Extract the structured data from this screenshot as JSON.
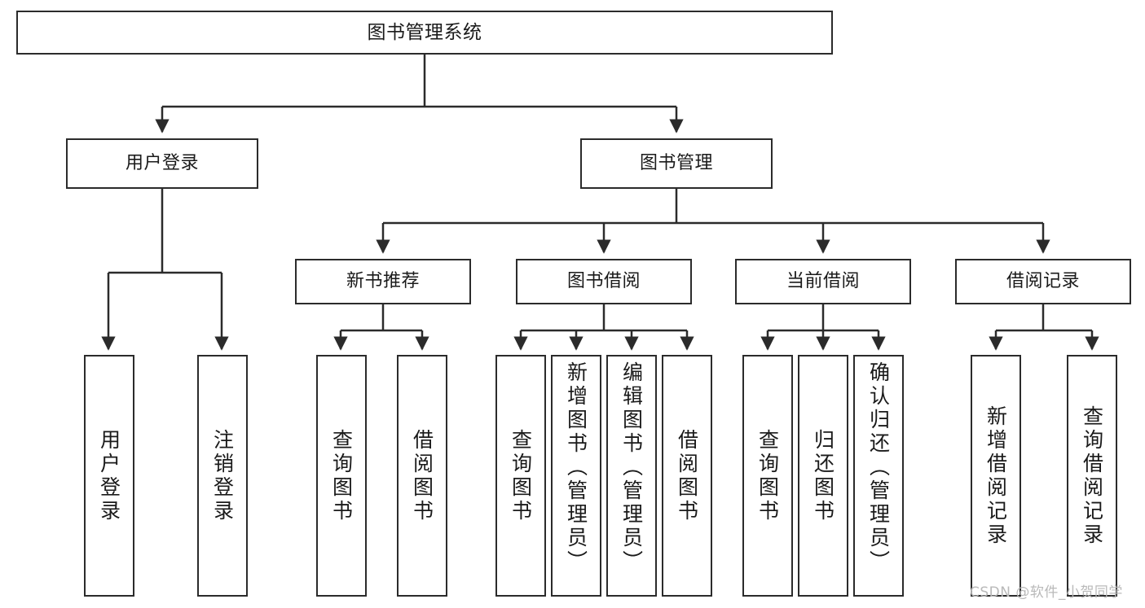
{
  "diagram": {
    "type": "tree-hierarchy",
    "title": "图书管理系统",
    "root": {
      "label": "图书管理系统"
    },
    "level2": [
      {
        "id": "user-login",
        "label": "用户登录"
      },
      {
        "id": "book-manage",
        "label": "图书管理"
      }
    ],
    "level3": [
      {
        "id": "new-book-recommend",
        "label": "新书推荐",
        "parent": "book-manage"
      },
      {
        "id": "book-borrow",
        "label": "图书借阅",
        "parent": "book-manage"
      },
      {
        "id": "current-borrow",
        "label": "当前借阅",
        "parent": "book-manage"
      },
      {
        "id": "borrow-record",
        "label": "借阅记录",
        "parent": "book-manage"
      }
    ],
    "leaves": [
      {
        "id": "leaf-user-login",
        "label": "用户登录",
        "parent": "user-login"
      },
      {
        "id": "leaf-logout",
        "label": "注销登录",
        "parent": "user-login"
      },
      {
        "id": "leaf-query-book-1",
        "label": "查询图书",
        "parent": "new-book-recommend"
      },
      {
        "id": "leaf-borrow-book-1",
        "label": "借阅图书",
        "parent": "new-book-recommend"
      },
      {
        "id": "leaf-query-book-2",
        "label": "查询图书",
        "parent": "book-borrow"
      },
      {
        "id": "leaf-add-book",
        "label": "新增图书（管理员）",
        "parent": "book-borrow"
      },
      {
        "id": "leaf-edit-book",
        "label": "编辑图书（管理员）",
        "parent": "book-borrow"
      },
      {
        "id": "leaf-borrow-book-2",
        "label": "借阅图书",
        "parent": "book-borrow"
      },
      {
        "id": "leaf-query-book-3",
        "label": "查询图书",
        "parent": "current-borrow"
      },
      {
        "id": "leaf-return-book",
        "label": "归还图书",
        "parent": "current-borrow"
      },
      {
        "id": "leaf-confirm-return",
        "label": "确认归还（管理员）",
        "parent": "current-borrow"
      },
      {
        "id": "leaf-add-record",
        "label": "新增借阅记录",
        "parent": "borrow-record"
      },
      {
        "id": "leaf-query-record",
        "label": "查询借阅记录",
        "parent": "borrow-record"
      }
    ],
    "colors": {
      "stroke": "#2b2b2b",
      "fill": "#ffffff",
      "text": "#1a1a1a",
      "watermark": "#b9b9b9"
    }
  },
  "watermark": {
    "text": "CSDN @软件_小贺同学"
  }
}
